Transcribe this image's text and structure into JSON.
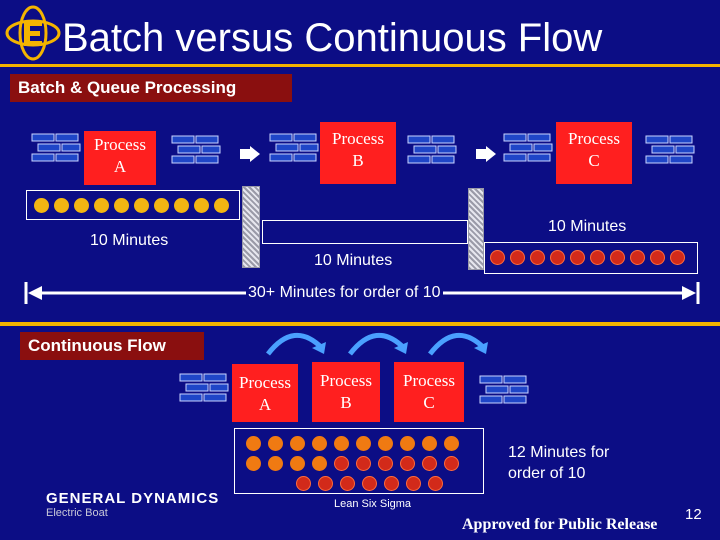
{
  "header": {
    "title": "Batch versus Continuous Flow"
  },
  "batch": {
    "section_label": "Batch & Queue Processing",
    "processes": [
      {
        "line1": "Process",
        "line2": "A"
      },
      {
        "line1": "Process",
        "line2": "B"
      },
      {
        "line1": "Process",
        "line2": "C"
      }
    ],
    "time_a": "10 Minutes",
    "time_b": "10 Minutes",
    "time_c": "10 Minutes",
    "total": "30+ Minutes for order of 10"
  },
  "continuous": {
    "section_label": "Continuous Flow",
    "processes": [
      {
        "line1": "Process",
        "line2": "A"
      },
      {
        "line1": "Process",
        "line2": "B"
      },
      {
        "line1": "Process",
        "line2": "C"
      }
    ],
    "result_line1": "12 Minutes for",
    "result_line2": "order of 10"
  },
  "footer": {
    "brand": "GENERAL DYNAMICS",
    "brand_sub": "Electric Boat",
    "center": "Lean Six Sigma",
    "approved": "Approved for Public Release",
    "page_number": "12"
  },
  "colors": {
    "background": "#0c0d85",
    "accent_yellow": "#f4b400",
    "process_red": "#ff1f1f",
    "label_red": "#8a0f0f",
    "dot_yellow": "#f2b612",
    "dot_red": "#d22a1a",
    "dot_orange": "#f07a12"
  },
  "icons": [
    "general-dynamics-eb-logo",
    "flow-arrow",
    "brick-stack",
    "double-arrow"
  ]
}
